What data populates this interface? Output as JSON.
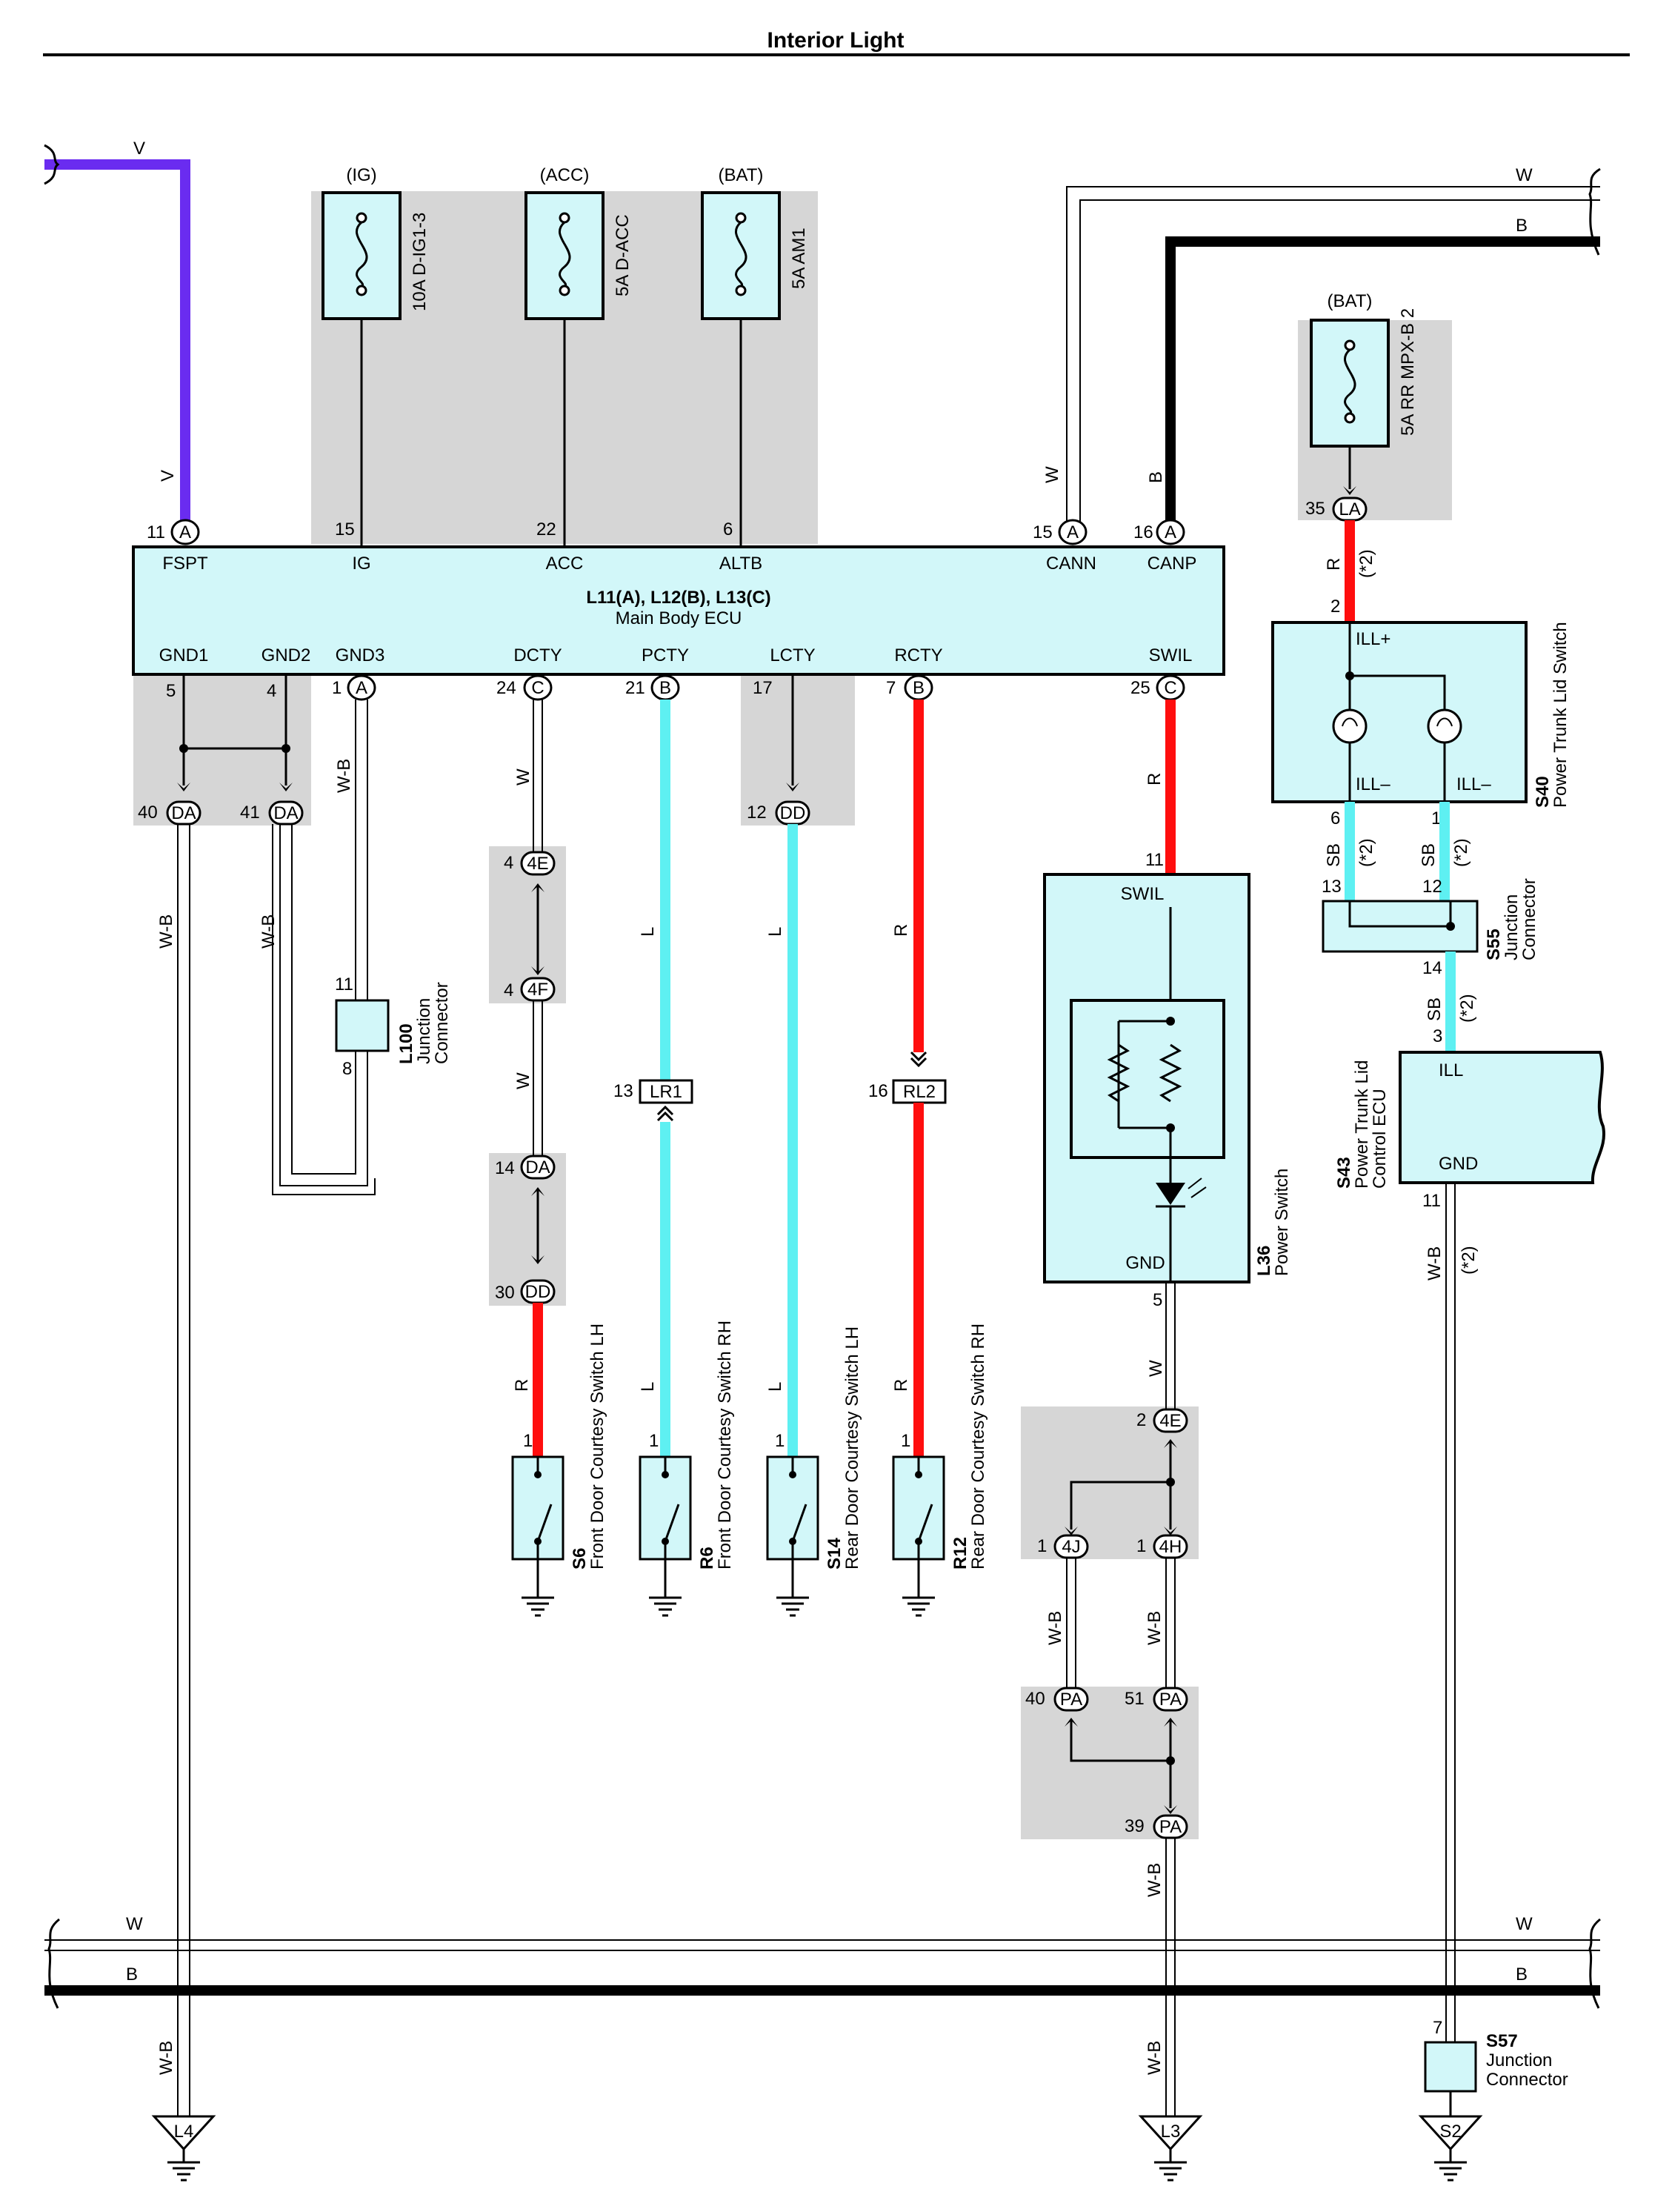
{
  "title": "Interior Light",
  "colors": {
    "violet": "#6a2cf0",
    "light_blue": "#5ef0f2",
    "red": "#ff0e0e",
    "black": "#000000",
    "shade": "#d6d6d6",
    "box_fill": "#d2f7f9"
  },
  "ecu": {
    "name": "L11(A), L12(B), L13(C)",
    "desc": "Main Body ECU",
    "top_pins": [
      {
        "num": "11",
        "conn": "A",
        "label": "FSPT"
      },
      {
        "num": "15",
        "conn": "",
        "label": "IG"
      },
      {
        "num": "22",
        "conn": "",
        "label": "ACC"
      },
      {
        "num": "6",
        "conn": "",
        "label": "ALTB"
      },
      {
        "num": "15",
        "conn": "A",
        "label": "CANN"
      },
      {
        "num": "16",
        "conn": "A",
        "label": "CANP"
      }
    ],
    "bottom_pins": [
      {
        "num": "5",
        "conn": "",
        "label": "GND1"
      },
      {
        "num": "4",
        "conn": "",
        "label": "GND2"
      },
      {
        "num": "1",
        "conn": "A",
        "label": "GND3"
      },
      {
        "num": "24",
        "conn": "C",
        "label": "DCTY"
      },
      {
        "num": "21",
        "conn": "B",
        "label": "PCTY"
      },
      {
        "num": "17",
        "conn": "",
        "label": "LCTY"
      },
      {
        "num": "7",
        "conn": "B",
        "label": "RCTY"
      },
      {
        "num": "25",
        "conn": "C",
        "label": "SWIL"
      }
    ]
  },
  "fuses": [
    {
      "source": "(IG)",
      "name": "10A D-IG1-3"
    },
    {
      "source": "(ACC)",
      "name": "5A D-ACC"
    },
    {
      "source": "(BAT)",
      "name": "5A AM1"
    },
    {
      "source": "(BAT)",
      "name": "5A RR MPX-B 2"
    }
  ],
  "wires": {
    "v": "V",
    "w": "W",
    "b": "B",
    "wb": "W-B",
    "l": "L",
    "r": "R",
    "sb": "SB",
    "note": "(*2)"
  },
  "connectors": {
    "da40": {
      "num": "40",
      "code": "DA"
    },
    "da41": {
      "num": "41",
      "code": "DA"
    },
    "dd12": {
      "num": "12",
      "code": "DD"
    },
    "e4": {
      "num": "4",
      "code": "4E"
    },
    "f4": {
      "num": "4",
      "code": "4F"
    },
    "da14": {
      "num": "14",
      "code": "DA"
    },
    "dd30": {
      "num": "30",
      "code": "DD"
    },
    "lr1": {
      "num": "13",
      "code": "LR1"
    },
    "rl2": {
      "num": "16",
      "code": "RL2"
    },
    "la35": {
      "num": "35",
      "code": "LA"
    },
    "e4b": {
      "num": "2",
      "code": "4E"
    },
    "j4": {
      "num": "1",
      "code": "4J"
    },
    "h4": {
      "num": "1",
      "code": "4H"
    },
    "pa40": {
      "num": "40",
      "code": "PA"
    },
    "pa51": {
      "num": "51",
      "code": "PA"
    },
    "pa39": {
      "num": "39",
      "code": "PA"
    }
  },
  "components": {
    "l100": {
      "id": "L100",
      "desc1": "Junction",
      "desc2": "Connector",
      "pin_top": "11",
      "pin_bottom": "8"
    },
    "s6": {
      "id": "S6",
      "desc": "Front Door Courtesy Switch LH",
      "pin": "1"
    },
    "r6": {
      "id": "R6",
      "desc": "Front Door Courtesy Switch RH",
      "pin": "1"
    },
    "s14": {
      "id": "S14",
      "desc": "Rear Door Courtesy Switch LH",
      "pin": "1"
    },
    "r12": {
      "id": "R12",
      "desc": "Rear Door Courtesy Switch RH",
      "pin": "1"
    },
    "l36": {
      "id": "L36",
      "desc": "Power Switch",
      "pin_top": "11",
      "pin_bottom": "5",
      "top_label": "SWIL",
      "bottom_label": "GND"
    },
    "s40": {
      "id": "S40",
      "desc": "Power Trunk Lid Switch",
      "ill_plus": "ILL+",
      "ill_minus": "ILL–",
      "pin_in": "2",
      "pin_a": "6",
      "pin_b": "1"
    },
    "s55": {
      "id": "S55",
      "desc1": "Junction",
      "desc2": "Connector",
      "pin_a": "13",
      "pin_b": "12",
      "pin_out": "14"
    },
    "s43": {
      "id": "S43",
      "desc1": "Power Trunk Lid",
      "desc2": "Control ECU",
      "ill": "ILL",
      "gnd": "GND",
      "pin_ill": "3",
      "pin_gnd": "11"
    },
    "s57": {
      "id": "S57",
      "desc1": "Junction",
      "desc2": "Connector",
      "pin": "7"
    }
  },
  "grounds": [
    "L4",
    "L3",
    "S2"
  ]
}
